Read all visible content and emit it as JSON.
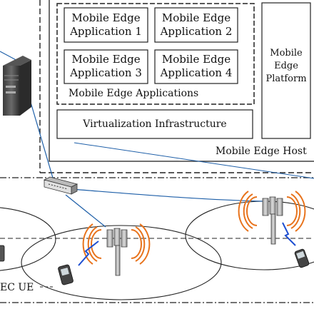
{
  "apps": [
    {
      "line1": "Mobile Edge",
      "line2": "Application 1"
    },
    {
      "line1": "Mobile Edge",
      "line2": "Application 2"
    },
    {
      "line1": "Mobile Edge",
      "line2": "Application 3"
    },
    {
      "line1": "Mobile Edge",
      "line2": "Application 4"
    }
  ],
  "apps_group_label": "Mobile Edge Applications",
  "virtualization_label": "Virtualization Infrastructure",
  "platform": {
    "line1": "Mobile",
    "line2": "Edge",
    "line3": "Platform"
  },
  "host_label": "Mobile Edge Host",
  "ue_label": "EC UE",
  "colors": {
    "link": "#1e5fa8",
    "radio": "#e8731c",
    "ue_link": "#1f4fd1",
    "frame": "#222222"
  }
}
